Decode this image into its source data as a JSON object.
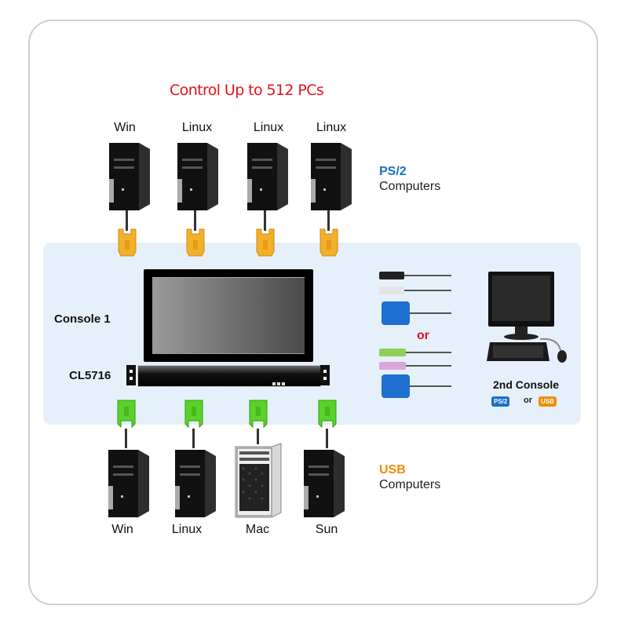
{
  "title": "Control Up to 512 PCs",
  "colors": {
    "title_red": "#e8101a",
    "ps2_blue": "#1670c8",
    "usb_orange": "#f08c0a",
    "band_blue": "#e6f0fa"
  },
  "ps2_group": {
    "heading": "PS/2",
    "subheading": "Computers",
    "computers": [
      {
        "label": "Win",
        "icon": "tower-pc-icon"
      },
      {
        "label": "Linux",
        "icon": "tower-pc-icon"
      },
      {
        "label": "Linux",
        "icon": "tower-pc-icon"
      },
      {
        "label": "Linux",
        "icon": "tower-pc-icon"
      }
    ],
    "connector_icon": "yellow-ps2-kvm-cable-icon"
  },
  "console1": {
    "label": "Console 1",
    "device_label": "CL5716",
    "monitor_icon": "lcd-monitor-icon",
    "switch_icon": "kvm-switch-icon"
  },
  "second_console": {
    "label": "2nd Console",
    "or_text": "or",
    "badges": [
      {
        "text": "PS/2",
        "color": "#1670c8"
      },
      {
        "text": "USB",
        "color": "#f08c0a"
      }
    ],
    "badge_or": "or",
    "cable_sets": [
      {
        "name": "ps2-cable-set",
        "plugs": [
          "ps2-black-plug",
          "ps2-white-plug",
          "vga-blue-plug"
        ]
      },
      {
        "name": "usb-cable-set",
        "plugs": [
          "green-plug",
          "pink-plug",
          "vga-blue-plug"
        ]
      }
    ]
  },
  "usb_group": {
    "heading": "USB",
    "subheading": "Computers",
    "computers": [
      {
        "label": "Win",
        "icon": "tower-pc-icon"
      },
      {
        "label": "Linux",
        "icon": "tower-pc-icon"
      },
      {
        "label": "Mac",
        "icon": "mac-pro-icon"
      },
      {
        "label": "Sun",
        "icon": "tower-pc-icon"
      }
    ],
    "connector_icon": "green-usb-kvm-cable-icon"
  }
}
